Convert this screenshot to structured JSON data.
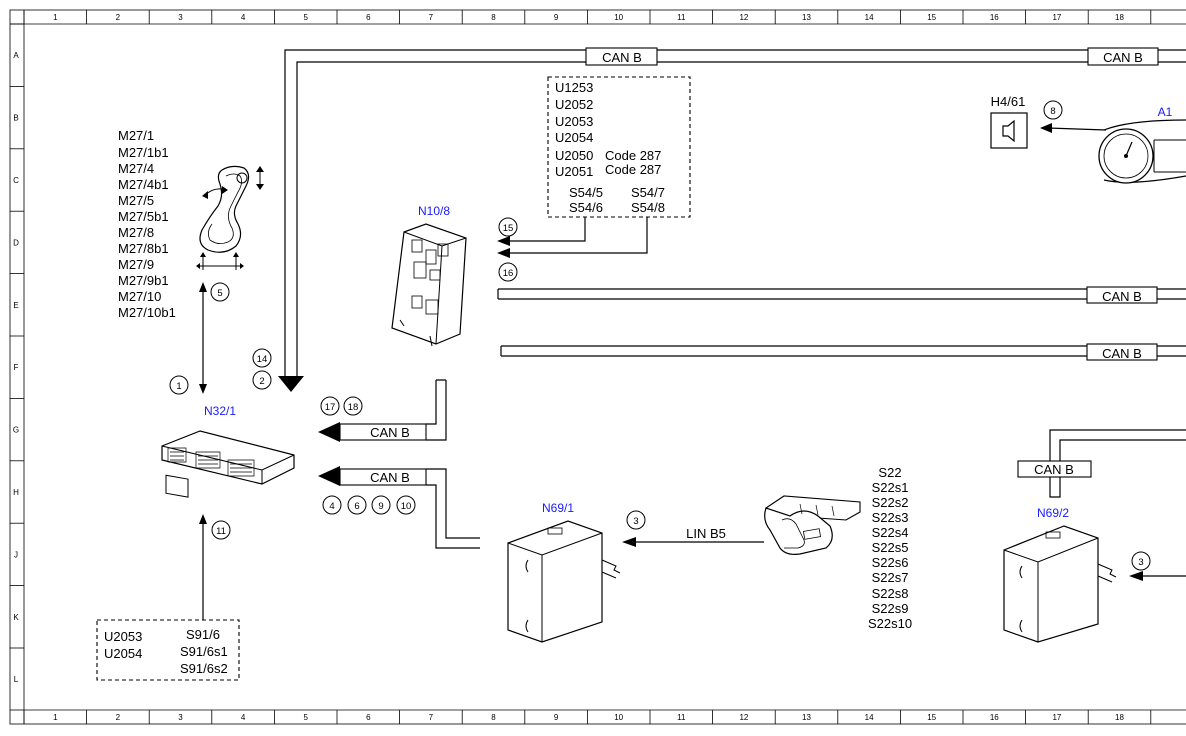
{
  "grid": {
    "columns": [
      "1",
      "2",
      "3",
      "4",
      "5",
      "6",
      "7",
      "8",
      "9",
      "10",
      "11",
      "12",
      "13",
      "14",
      "15",
      "16",
      "17",
      "18"
    ],
    "rows": [
      "A",
      "B",
      "C",
      "D",
      "E",
      "F",
      "G",
      "H",
      "J",
      "K",
      "L"
    ]
  },
  "bus": {
    "can_b": "CAN B",
    "lin_b5": "LIN B5"
  },
  "components": {
    "n32_1": "N32/1",
    "n10_8": "N10/8",
    "n69_1": "N69/1",
    "n69_2": "N69/2",
    "a1": "A1",
    "h4_61": "H4/61"
  },
  "motor_list": [
    "M27/1",
    "M27/1b1",
    "M27/4",
    "M27/4b1",
    "M27/5",
    "M27/5b1",
    "M27/8",
    "M27/8b1",
    "M27/9",
    "M27/9b1",
    "M27/10",
    "M27/10b1"
  ],
  "n10_box": {
    "codes": [
      "U1253",
      "U2052",
      "U2053",
      "U2054",
      "U2050",
      "U2051"
    ],
    "code_notes": [
      "Code 287",
      "Code 287"
    ],
    "switches_left": [
      "S54/5",
      "S54/6"
    ],
    "switches_right": [
      "S54/7",
      "S54/8"
    ]
  },
  "s91_box": {
    "codes": [
      "U2053",
      "U2054"
    ],
    "switches": [
      "S91/6",
      "S91/6s1",
      "S91/6s2"
    ]
  },
  "s22_list": [
    "S22",
    "S22s1",
    "S22s2",
    "S22s3",
    "S22s4",
    "S22s5",
    "S22s6",
    "S22s7",
    "S22s8",
    "S22s9",
    "S22s10"
  ],
  "callouts": {
    "c1": "1",
    "c2": "2",
    "c3": "3",
    "c4": "4",
    "c5": "5",
    "c6": "6",
    "c8": "8",
    "c9": "9",
    "c10": "10",
    "c11": "11",
    "c14": "14",
    "c15": "15",
    "c16": "16",
    "c17": "17",
    "c18": "18"
  }
}
